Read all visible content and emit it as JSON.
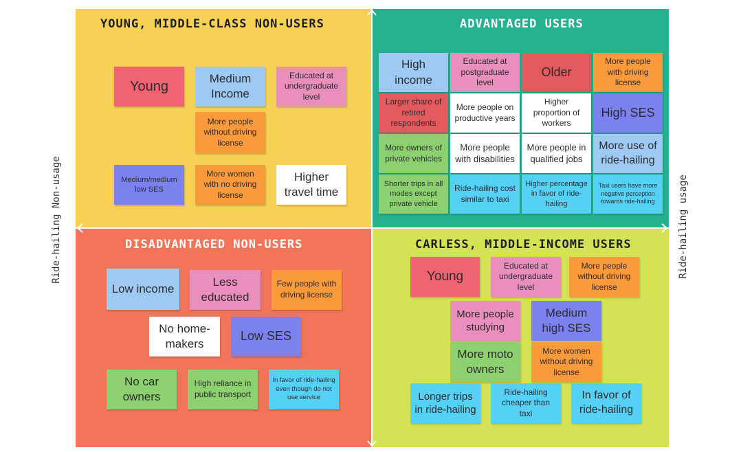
{
  "colors": {
    "quadrant_top_left": "#f7d154",
    "quadrant_top_right": "#25b090",
    "quadrant_bottom_left": "#f2755a",
    "quadrant_bottom_right": "#d4e353",
    "axis": "#ffffff"
  },
  "axes": {
    "y_label": "Ride-hailing Non-usage",
    "x_label": "Ride-hailing usage"
  },
  "quadrants": {
    "top_left": {
      "title": "YOUNG, MIDDLE-CLASS NON-USERS",
      "notes": [
        "Young",
        "Medium Income",
        "Educated at undergraduate level",
        "More people without driving license",
        "Medium/medium low SES",
        "More women with no driving license",
        "Higher travel time"
      ]
    },
    "top_right": {
      "title": "ADVANTAGED USERS",
      "notes": [
        "High income",
        "Educated at postgraduate level",
        "Older",
        "More people with driving license",
        "Larger share of retired respondents",
        "More people on productive years",
        "Higher proportion of workers",
        "High SES",
        "More owners of private vehicles",
        "More people with disabilities",
        "More people in qualified jobs",
        "More use of ride-hailing",
        "Shorter trips in all modes except private vehicle",
        "Ride-hailing cost similar to taxi",
        "Higher percentage in favor of ride-hailing",
        "Taxi users have more negative perception towards ride-hailing"
      ]
    },
    "bottom_left": {
      "title": "DISADVANTAGED NON-USERS",
      "notes": [
        "Low income",
        "Less educated",
        "Few people with driving license",
        "No home-makers",
        "Low SES",
        "No car owners",
        "High reliance in public transport",
        "In favor of ride-hailing even though do not use service"
      ]
    },
    "bottom_right": {
      "title": "CARLESS, MIDDLE-INCOME USERS",
      "notes": [
        "Young",
        "Educated at undergraduate level",
        "More people without driving license",
        "More people studying",
        "Medium high SES",
        "More moto owners",
        "More women without driving license",
        "Longer trips in ride-hailing",
        "Ride-hailing cheaper than taxi",
        "In favor of ride-hailing"
      ]
    }
  }
}
